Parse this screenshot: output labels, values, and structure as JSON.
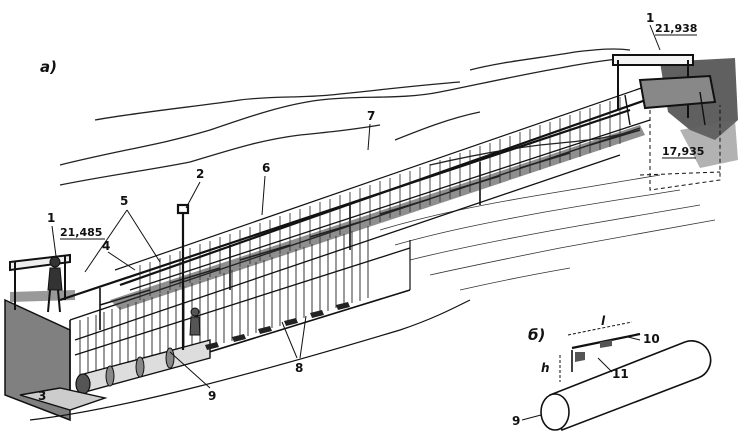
{
  "figure": {
    "panel_a_label": "а)",
    "panel_b_label": "б)",
    "elevations": {
      "right_top": "21,938",
      "left_top": "21,485",
      "right_bottom": "17,935"
    },
    "callouts": {
      "n1_left": "1",
      "n1_right": "1",
      "n2": "2",
      "n3": "3",
      "n4": "4",
      "n5": "5",
      "n6": "6",
      "n7": "7",
      "n8": "8",
      "n9": "9"
    },
    "detail": {
      "l": "l",
      "h": "h",
      "n9": "9",
      "n10": "10",
      "n11": "11"
    }
  }
}
